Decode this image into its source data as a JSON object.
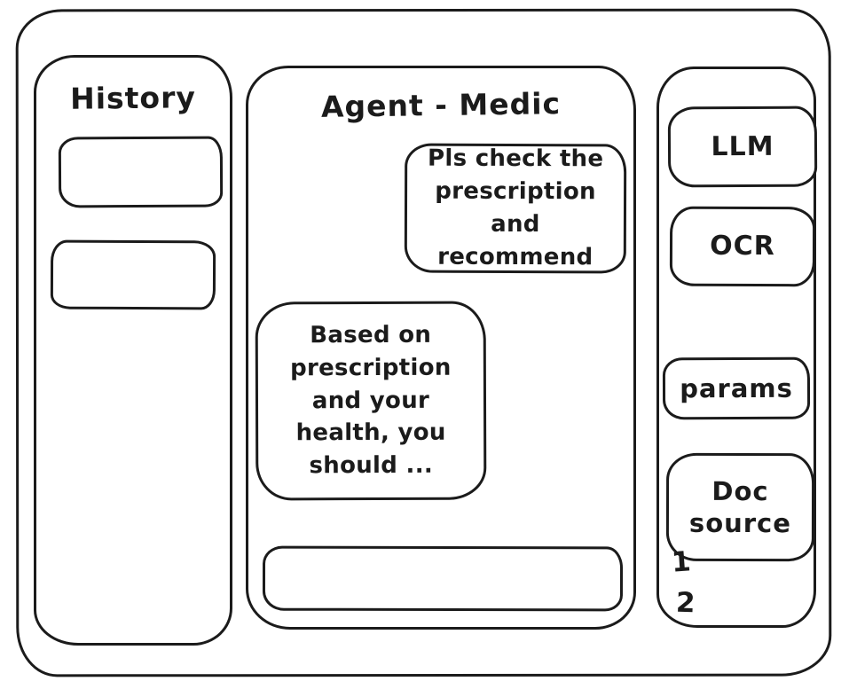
{
  "window": {
    "background": "#ffffff",
    "stroke_color": "#1b1b1b"
  },
  "history_panel": {
    "title": "History",
    "items": [
      {
        "label": ""
      },
      {
        "label": ""
      }
    ]
  },
  "chat_panel": {
    "title": "Agent - Medic",
    "messages": [
      {
        "role": "user",
        "text": "Pls check the prescription and recommend"
      },
      {
        "role": "assistant",
        "text": "Based on prescription and your health, you should ..."
      }
    ],
    "input": {
      "value": "",
      "placeholder": ""
    }
  },
  "tools_panel": {
    "buttons": [
      {
        "label": "LLM"
      },
      {
        "label": "OCR"
      },
      {
        "label": "params"
      },
      {
        "label": "Doc source"
      }
    ],
    "doc_source_items": [
      "1",
      "2"
    ]
  }
}
